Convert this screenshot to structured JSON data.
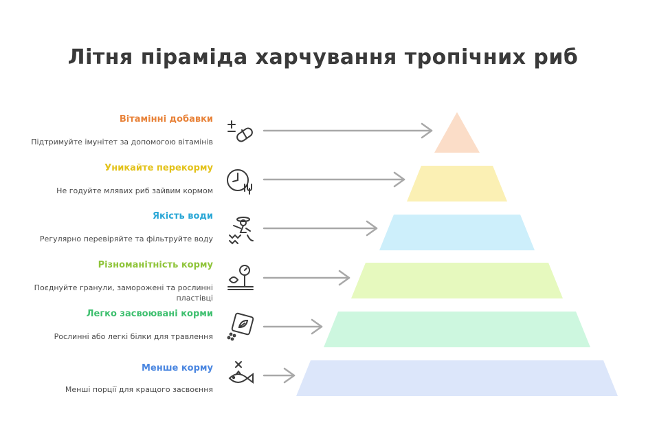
{
  "title": "Літня піраміда харчування тропічних риб",
  "levels": [
    {
      "label": "Вітамінні добавки",
      "description": "Підтримуйте імунітет за допомогою вітамінів",
      "icon": "pill-plus-minus-icon",
      "label_color": "#E8833A",
      "fill_color": "#FBDDC8"
    },
    {
      "label": "Уникайте перекорму",
      "description": "Не годуйте млявих риб зайвим кормом",
      "icon": "clock-fork-icon",
      "label_color": "#E3C21A",
      "fill_color": "#FBF0B4"
    },
    {
      "label": "Якість води",
      "description": "Регулярно перевіряйте та фільтруйте воду",
      "icon": "water-quality-person-icon",
      "label_color": "#2AA7D6",
      "fill_color": "#CDEFFB"
    },
    {
      "label": "Різноманітність корму",
      "description": "Поєднуйте гранули, заморожені та рослинні пластівці",
      "icon": "scale-food-icon",
      "label_color": "#8FC43A",
      "fill_color": "#E6F9BE"
    },
    {
      "label": "Легко засвоювані корми",
      "description": "Рослинні або легкі білки для травлення",
      "icon": "leaf-packet-icon",
      "label_color": "#3DBF6E",
      "fill_color": "#CDF7DF"
    },
    {
      "label": "Менше корму",
      "description": "Менші порції для кращого засвоєння",
      "icon": "fish-cross-icon",
      "label_color": "#4A86E0",
      "fill_color": "#DCE6FA"
    }
  ]
}
